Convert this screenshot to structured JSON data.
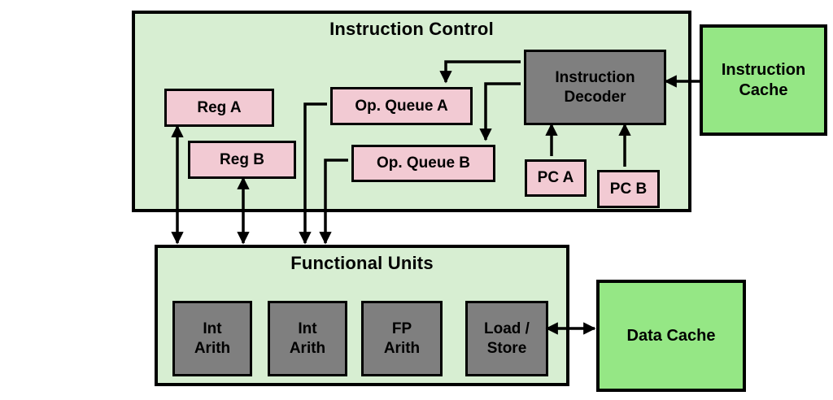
{
  "diagram": {
    "title_hint": "Superscalar SMT processor block diagram",
    "instruction_control": {
      "title": "Instruction Control",
      "reg_a": "Reg A",
      "reg_b": "Reg B",
      "op_queue_a": "Op. Queue A",
      "op_queue_b": "Op. Queue B",
      "decoder": "Instruction\nDecoder",
      "pc_a": "PC A",
      "pc_b": "PC B"
    },
    "instruction_cache": "Instruction\nCache",
    "data_cache": "Data Cache",
    "functional_units": {
      "title": "Functional Units",
      "units": [
        "Int\nArith",
        "Int\nArith",
        "FP\nArith",
        "Load /\nStore"
      ]
    },
    "colors": {
      "container_fill": "#d7eed2",
      "cache_fill": "#95e785",
      "register_fill": "#f2cad3",
      "unit_fill": "#7f7f7f",
      "line": "#000000",
      "background": "#ffffff"
    }
  }
}
